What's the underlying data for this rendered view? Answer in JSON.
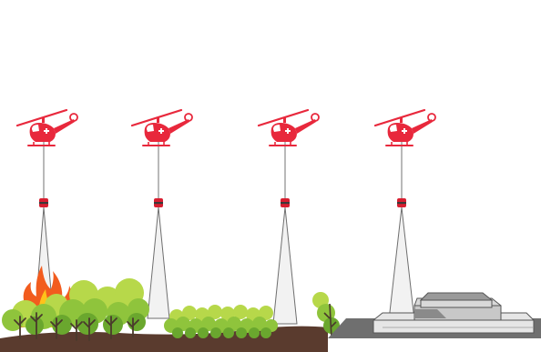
{
  "scene": {
    "colors": {
      "helicopter": "#e8283c",
      "cable": "#8a8a8a",
      "bucket": "#d81e30",
      "bucket_band": "#3a3a3a",
      "cone": "#f2f2f2",
      "cone_edge": "#6e6e6e",
      "ground": "#5a3b2e",
      "tree_light": "#b7d84a",
      "tree_mid": "#8fc43c",
      "tree_dark": "#6aa72e",
      "trunk": "#4a3a2c",
      "fire_outer": "#f25c1e",
      "fire_inner": "#ffc21a",
      "pavement": "#6f6f6f",
      "building": "#d9d9d9",
      "building_shadow": "#9a9a9a",
      "building_edge": "#555555"
    },
    "helicopters": [
      {
        "id": "heli-1",
        "icon": "helicopter-icon",
        "target": "burning-forest"
      },
      {
        "id": "heli-2",
        "icon": "helicopter-icon",
        "target": "forest"
      },
      {
        "id": "heli-3",
        "icon": "helicopter-icon",
        "target": "shrubland"
      },
      {
        "id": "heli-4",
        "icon": "helicopter-icon",
        "target": "urban-building"
      }
    ]
  }
}
